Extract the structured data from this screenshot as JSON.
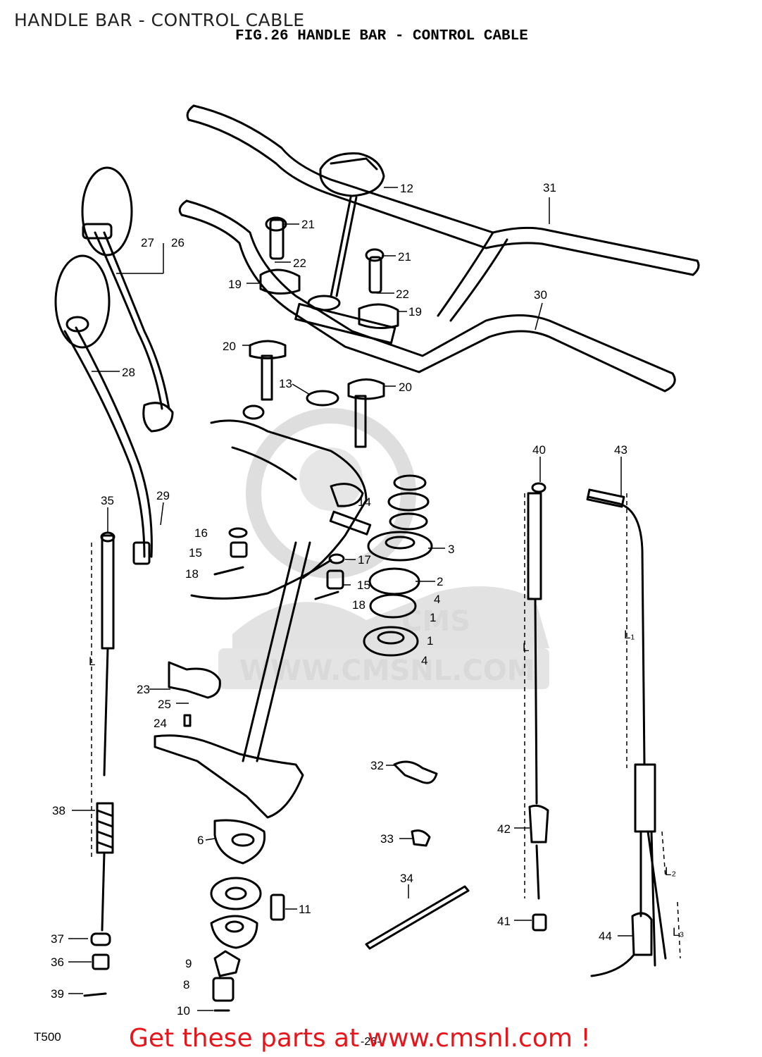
{
  "page": {
    "title": "HANDLE BAR - CONTROL CABLE",
    "figure_caption": "FIG.26  HANDLE BAR - CONTROL CABLE",
    "model": "T500",
    "page_number": "-26-",
    "promo_link": "Get these parts at www.cmsnl.com !",
    "watermark": {
      "brand": "CMS",
      "url": "WWW.CMSNL.COM"
    }
  },
  "colors": {
    "promo": "#e8141a",
    "watermark": "#d9d9d9",
    "ink": "#000000"
  },
  "callouts": [
    {
      "id": "c12",
      "label": "12"
    },
    {
      "id": "c31",
      "label": "31"
    },
    {
      "id": "c21a",
      "label": "21"
    },
    {
      "id": "c27",
      "label": "27"
    },
    {
      "id": "c26",
      "label": "26"
    },
    {
      "id": "c22a",
      "label": "22"
    },
    {
      "id": "c21b",
      "label": "21"
    },
    {
      "id": "c19a",
      "label": "19"
    },
    {
      "id": "c22b",
      "label": "22"
    },
    {
      "id": "c19b",
      "label": "19"
    },
    {
      "id": "c30",
      "label": "30"
    },
    {
      "id": "c20a",
      "label": "20"
    },
    {
      "id": "c28",
      "label": "28"
    },
    {
      "id": "c13",
      "label": "13"
    },
    {
      "id": "c20b",
      "label": "20"
    },
    {
      "id": "c40",
      "label": "40"
    },
    {
      "id": "c43",
      "label": "43"
    },
    {
      "id": "c35",
      "label": "35"
    },
    {
      "id": "c29",
      "label": "29"
    },
    {
      "id": "c14",
      "label": "14"
    },
    {
      "id": "c16",
      "label": "16"
    },
    {
      "id": "c3",
      "label": "3"
    },
    {
      "id": "c15a",
      "label": "15"
    },
    {
      "id": "c17",
      "label": "17"
    },
    {
      "id": "c18a",
      "label": "18"
    },
    {
      "id": "c2",
      "label": "2"
    },
    {
      "id": "c15b",
      "label": "15"
    },
    {
      "id": "c4a",
      "label": "4"
    },
    {
      "id": "c18b",
      "label": "18"
    },
    {
      "id": "c1a",
      "label": "1"
    },
    {
      "id": "c1b",
      "label": "1"
    },
    {
      "id": "c4b",
      "label": "4"
    },
    {
      "id": "cL1",
      "label": "L₁"
    },
    {
      "id": "cLa",
      "label": "L"
    },
    {
      "id": "cLb",
      "label": "L"
    },
    {
      "id": "c23",
      "label": "23"
    },
    {
      "id": "c25",
      "label": "25"
    },
    {
      "id": "c24",
      "label": "24"
    },
    {
      "id": "c32",
      "label": "32"
    },
    {
      "id": "c38",
      "label": "38"
    },
    {
      "id": "c42",
      "label": "42"
    },
    {
      "id": "c6",
      "label": "6"
    },
    {
      "id": "c33",
      "label": "33"
    },
    {
      "id": "c34",
      "label": "34"
    },
    {
      "id": "cL2",
      "label": "L₂"
    },
    {
      "id": "c11",
      "label": "11"
    },
    {
      "id": "c41",
      "label": "41"
    },
    {
      "id": "c37",
      "label": "37"
    },
    {
      "id": "c44",
      "label": "44"
    },
    {
      "id": "cL3",
      "label": "L₃"
    },
    {
      "id": "c36",
      "label": "36"
    },
    {
      "id": "c9",
      "label": "9"
    },
    {
      "id": "c8",
      "label": "8"
    },
    {
      "id": "c39",
      "label": "39"
    },
    {
      "id": "c10",
      "label": "10"
    }
  ]
}
